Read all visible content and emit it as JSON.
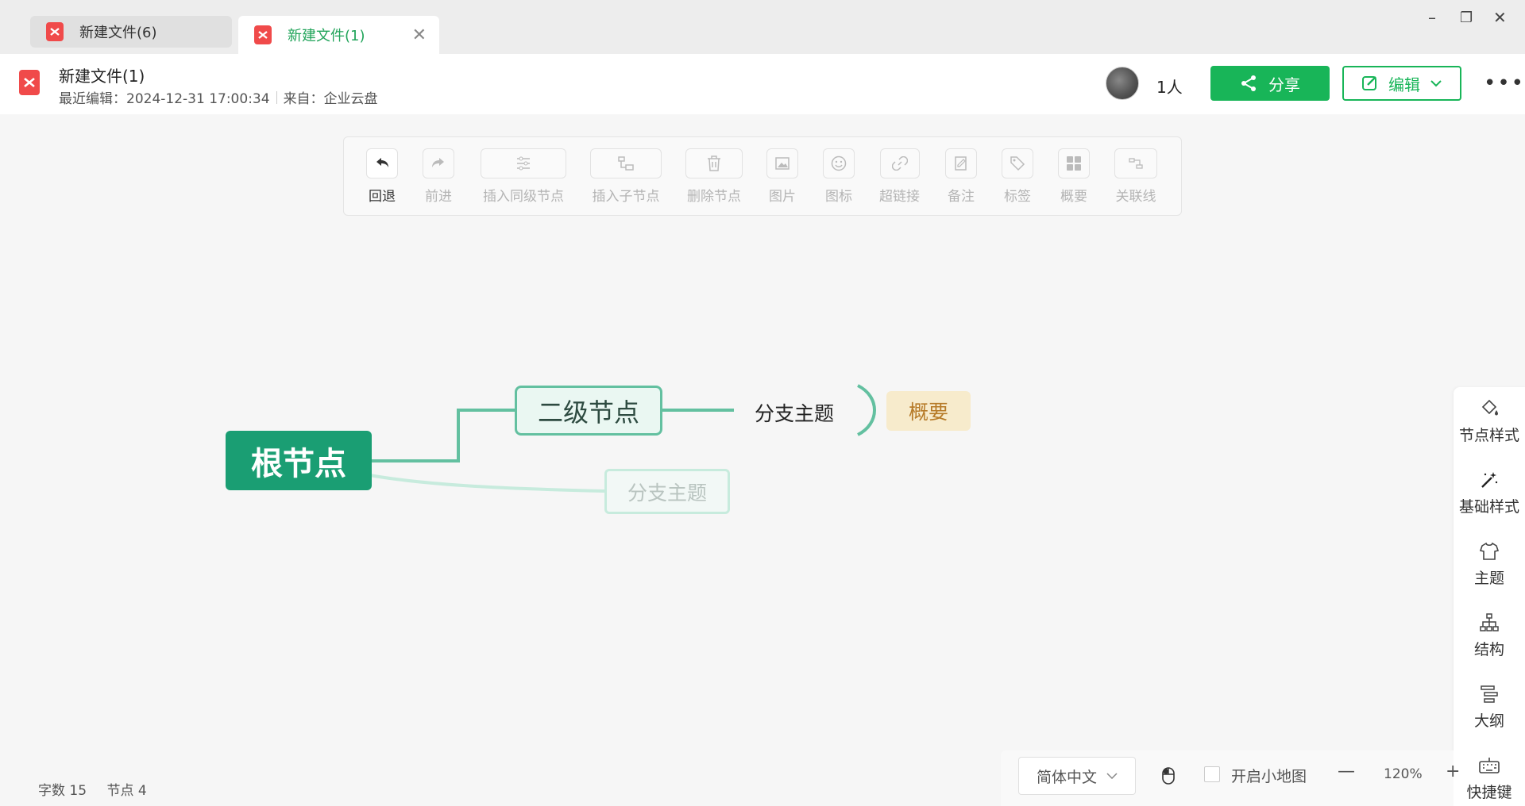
{
  "tabs": [
    {
      "label": "新建文件(6)",
      "active": false
    },
    {
      "label": "新建文件(1)",
      "active": true
    }
  ],
  "window": {
    "minimize": "–",
    "restore": "❐",
    "close": "✕"
  },
  "header": {
    "title": "新建文件(1)",
    "last_edit": "最近编辑：2024-12-31 17:00:34",
    "source": "来自：企业云盘",
    "users": "1人",
    "share_label": "分享",
    "edit_label": "编辑",
    "more": "•••"
  },
  "toolbar": {
    "undo": "回退",
    "redo": "前进",
    "insert_sibling": "插入同级节点",
    "insert_child": "插入子节点",
    "delete_node": "删除节点",
    "image": "图片",
    "icon": "图标",
    "hyperlink": "超链接",
    "note": "备注",
    "tag": "标签",
    "summary": "概要",
    "relation_line": "关联线"
  },
  "mindmap": {
    "root": "根节点",
    "level2": "二级节点",
    "branch_a": "分支主题",
    "summary": "概要",
    "branch_b": "分支主题"
  },
  "right_panel": {
    "node_style": "节点样式",
    "base_style": "基础样式",
    "theme": "主题",
    "structure": "结构",
    "outline": "大纲",
    "shortcuts": "快捷键"
  },
  "status": {
    "word_count": "字数 15",
    "node_count": "节点 4",
    "language": "简体中文",
    "minimap_label": "开启小地图",
    "zoom_minus": "—",
    "zoom_level": "120%",
    "zoom_plus": "+"
  },
  "colors": {
    "brand_green": "#18b558",
    "root_fill": "#1a9e73",
    "line": "#63c0a0",
    "summary_fill": "#f7ebcc",
    "summary_text": "#b67a27"
  }
}
